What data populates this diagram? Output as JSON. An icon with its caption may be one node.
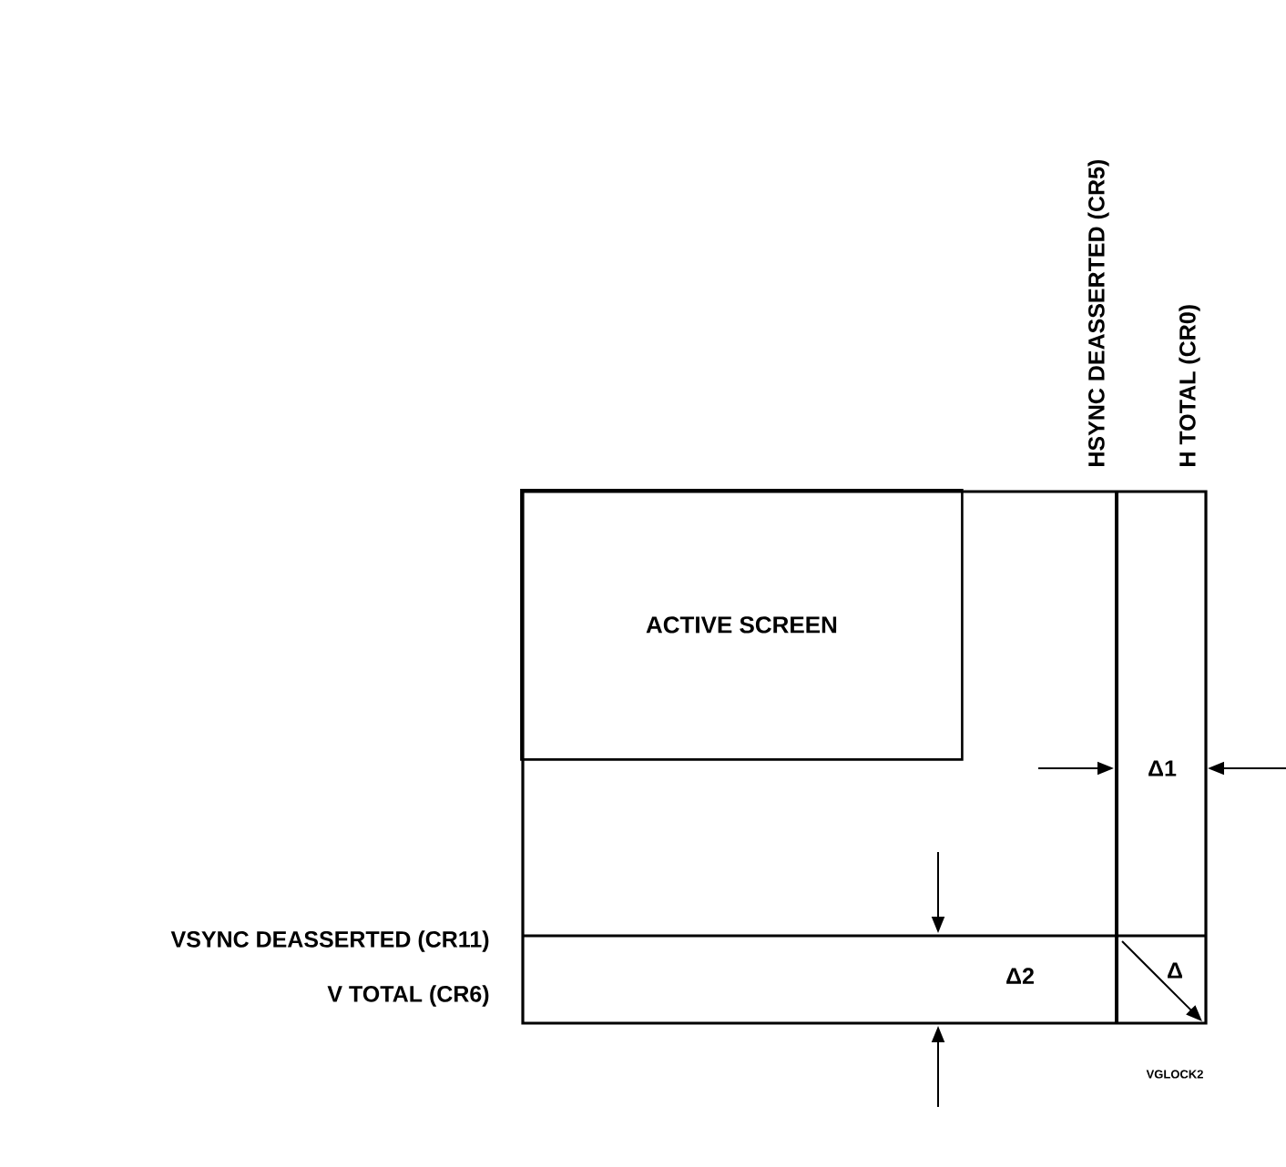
{
  "diagram": {
    "nodes": [
      {
        "text": [],
        "shape": "box"
      },
      {
        "text": [
          "ACTIVE SCREEN"
        ],
        "in": 0
      }
    ],
    "edges": [],
    "labels": [
      "HSYNC DEASSERTED (CR5)",
      "H TOTAL (CR0)",
      "Δ1",
      "VSYNC DEASSERTED (CR11)",
      "Δ2",
      "Δ",
      "V TOTAL (CR6)",
      "VGLOCK2"
    ]
  }
}
